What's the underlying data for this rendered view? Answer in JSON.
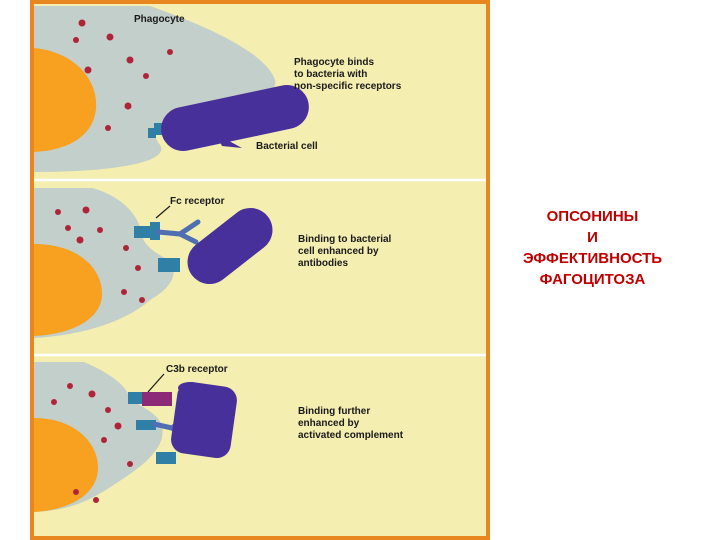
{
  "figure": {
    "panel1": {
      "label_phagocyte": "Phagocyte",
      "caption_lines": [
        "Phagocyte binds",
        "to bacteria with",
        "non-specific receptors"
      ],
      "label_bacterial_cell": "Bacterial cell"
    },
    "panel2": {
      "label_receptor": "Fc receptor",
      "caption_lines": [
        "Binding to bacterial",
        "cell enhanced by",
        "antibodies"
      ]
    },
    "panel3": {
      "label_receptor": "C3b receptor",
      "caption_lines": [
        "Binding further",
        "enhanced by",
        "activated complement"
      ]
    }
  },
  "side_title": {
    "lines": [
      "ОПСОНИНЫ",
      "И",
      "ЭФФЕКТИВНОСТЬ",
      "ФАГОЦИТОЗА"
    ],
    "color": "#c00000"
  },
  "colors": {
    "frame": "#e8861f",
    "background": "#f4eeb0",
    "cell": "#c2cfca",
    "nucleus": "#f8a020",
    "granule": "#b0243a",
    "bacterium": "#48309a",
    "receptor": "#2f7fa6",
    "antibody": "#4f6fb2",
    "complement": "#8c2a78"
  }
}
